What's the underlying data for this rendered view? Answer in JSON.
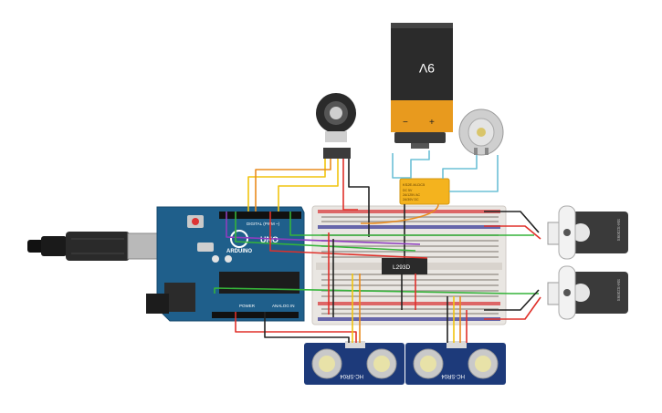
{
  "battery": {
    "label": "9V",
    "minus": "−",
    "plus": "+"
  },
  "relay": {
    "model": "KS2E-M-DC5",
    "line1": "DC 5V",
    "line2": "2A/125V AC",
    "line3": "2A/30V DC"
  },
  "arduino": {
    "logo": "ARDUINO",
    "model": "UNO",
    "digital_label": "DIGITAL (PWM ~)",
    "power_label": "POWER",
    "analog_label": "ANALOG IN"
  },
  "driver": {
    "label": "L293D"
  },
  "servos": [
    {
      "label": "SM-S2309S"
    },
    {
      "label": "SM-S2309S"
    }
  ],
  "sensors": [
    {
      "label": "HC-SR04"
    },
    {
      "label": "HC-SR04"
    }
  ],
  "colors": {
    "arduino": "#1f5f8b",
    "breadboard": "#e9e6e2",
    "servo": "#3a3a3a",
    "sensor": "#1d3a7a",
    "relay": "#f4b31e",
    "wire_red": "#e0302a",
    "wire_black": "#222222",
    "wire_yellow": "#f1c40f",
    "wire_orange": "#e98b1e",
    "wire_green": "#35b43a",
    "wire_blue": "#6cc0d6",
    "wire_purple": "#8e3dbf"
  }
}
